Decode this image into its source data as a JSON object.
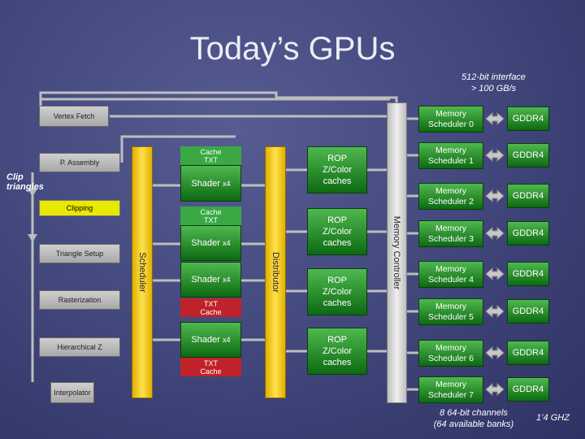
{
  "title": "Today’s GPUs",
  "interface": {
    "line1": "512-bit interface",
    "line2": "> 100 GB/s"
  },
  "pipeline": {
    "vertex_fetch": "Vertex Fetch",
    "p_assembly": "P. Assembly",
    "clip_triangles": "Clip triangles",
    "clipping": "Clipping",
    "triangle_setup": "Triangle Setup",
    "rasterization": "Rasterization",
    "hierarchical_z": "Hierarchical Z",
    "interpolator": "Interpolator"
  },
  "scheduler": "Scheduler",
  "distributor": "Distributor",
  "memory_controller": "Memory Controller",
  "shader_units": [
    {
      "cache_top": "Cache",
      "cache_bottom": "TXT",
      "shader": "Shader",
      "mult": "x4",
      "cache_color": "#39a845"
    },
    {
      "cache_top": "Cache",
      "cache_bottom": "TXT",
      "shader": "Shader",
      "mult": "x4",
      "cache_color": "#39a845"
    },
    {
      "cache_top": "TXT",
      "cache_bottom": "Cache",
      "shader": "Shader",
      "mult": "x4",
      "cache_color": "#c0222a"
    },
    {
      "cache_top": "TXT",
      "cache_bottom": "Cache",
      "shader": "Shader",
      "mult": "x4",
      "cache_color": "#c0222a"
    }
  ],
  "rop": [
    {
      "line1": "ROP",
      "line2": "Z/Color",
      "line3": "caches"
    },
    {
      "line1": "ROP",
      "line2": "Z/Color",
      "line3": "caches"
    },
    {
      "line1": "ROP",
      "line2": "Z/Color",
      "line3": "caches"
    },
    {
      "line1": "ROP",
      "line2": "Z/Color",
      "line3": "caches"
    }
  ],
  "memory": [
    {
      "name": "Memory",
      "scheduler": "Scheduler 0",
      "dram": "GDDR4"
    },
    {
      "name": "Memory",
      "scheduler": "Scheduler 1",
      "dram": "GDDR4"
    },
    {
      "name": "Memory",
      "scheduler": "Scheduler 2",
      "dram": "GDDR4"
    },
    {
      "name": "Memory",
      "scheduler": "Scheduler 3",
      "dram": "GDDR4"
    },
    {
      "name": "Memory",
      "scheduler": "Scheduler 4",
      "dram": "GDDR4"
    },
    {
      "name": "Memory",
      "scheduler": "Scheduler 5",
      "dram": "GDDR4"
    },
    {
      "name": "Memory",
      "scheduler": "Scheduler 6",
      "dram": "GDDR4"
    },
    {
      "name": "Memory",
      "scheduler": "Scheduler 7",
      "dram": "GDDR4"
    }
  ],
  "footer": {
    "channels": "8 64-bit channels",
    "banks": "(64 available banks)",
    "clock": "1’4 GHZ"
  }
}
